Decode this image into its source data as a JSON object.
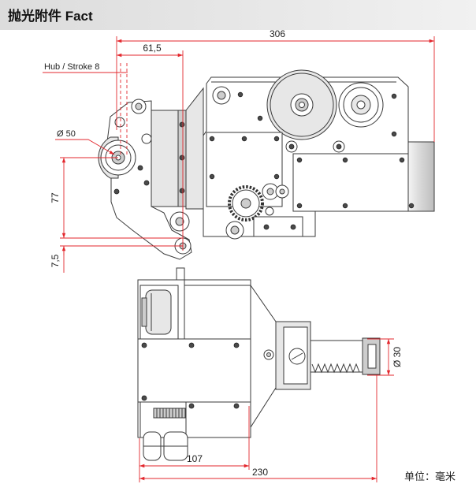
{
  "header": {
    "title": "抛光附件 Fact"
  },
  "dimensions": {
    "overall_length_top": "306",
    "offset": "61,5",
    "stroke": "Hub / Stroke 8",
    "wheel_diameter": "Ø 50",
    "height": "77",
    "bottom_offset": "7,5",
    "shaft_diameter": "Ø 30",
    "body_width": "107",
    "overall_length_bottom": "230"
  },
  "units": "单位：毫米",
  "colors": {
    "dimension": "#e3272d",
    "outline": "#3a3a3a",
    "header_bg": "#e2e2e2"
  }
}
